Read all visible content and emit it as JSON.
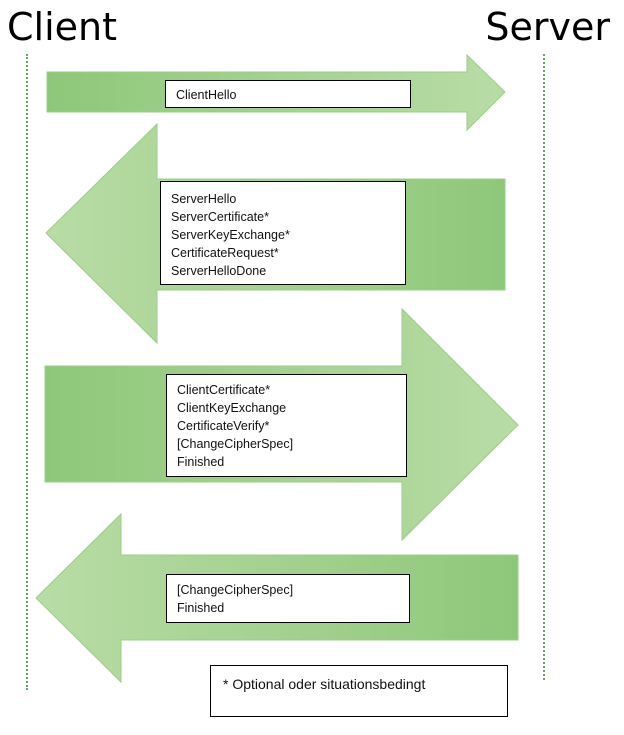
{
  "participants": {
    "client": "Client",
    "server": "Server"
  },
  "colors": {
    "arrow_fill": "#a9d18e",
    "lifeline": "#5cae5c"
  },
  "messages": [
    {
      "direction": "client-to-server",
      "lines": [
        "ClientHello"
      ]
    },
    {
      "direction": "server-to-client",
      "lines": [
        "ServerHello",
        "ServerCertificate*",
        "ServerKeyExchange*",
        "CertificateRequest*",
        "ServerHelloDone"
      ]
    },
    {
      "direction": "client-to-server",
      "lines": [
        "ClientCertificate*",
        "ClientKeyExchange",
        "CertificateVerify*",
        "[ChangeCipherSpec]",
        "Finished"
      ]
    },
    {
      "direction": "server-to-client",
      "lines": [
        "[ChangeCipherSpec]",
        "Finished"
      ]
    }
  ],
  "footnote": "* Optional oder situationsbedingt"
}
